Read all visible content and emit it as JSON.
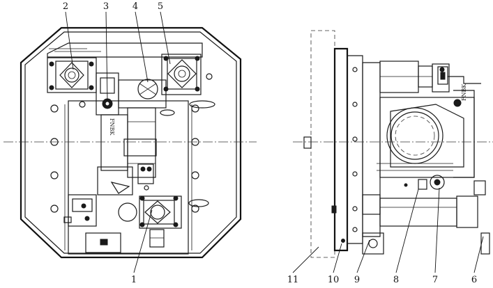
{
  "figure": {
    "callouts": [
      "1",
      "2",
      "3",
      "4",
      "5",
      "6",
      "7",
      "8",
      "9",
      "10",
      "11"
    ],
    "stamp_text": "FNBK",
    "views": [
      "front-view",
      "side-view"
    ]
  }
}
